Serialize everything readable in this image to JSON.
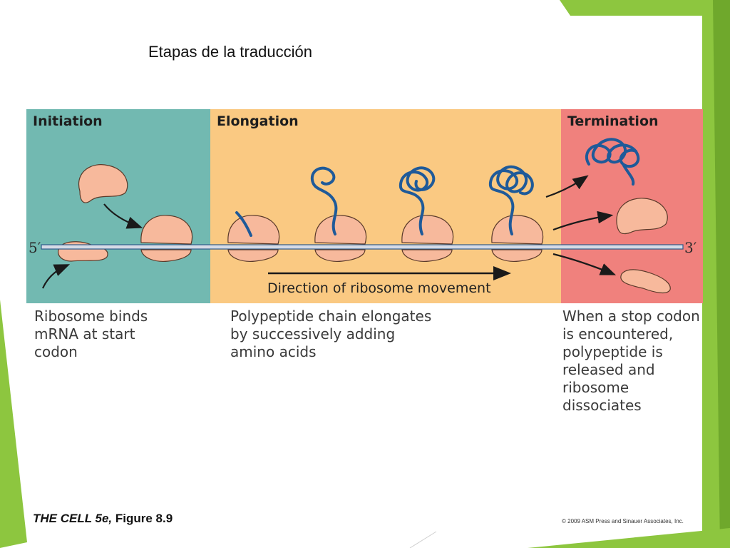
{
  "slide": {
    "title": "Etapas de la traducción"
  },
  "theme": {
    "accent_green": "#8dc63f",
    "initiation_bg": "#72b9b1",
    "elongation_bg": "#fac982",
    "termination_bg": "#f0817d",
    "ribosome_color": "#f7b99c",
    "chain_color": "#1f5a99",
    "mrna_color": "#2e5a8a"
  },
  "diagram": {
    "panels": [
      {
        "title": "Initiation",
        "caption_lines": [
          "Ribosome binds",
          "mRNA at start",
          "codon"
        ]
      },
      {
        "title": "Elongation",
        "caption_lines": [
          "Polypeptide chain elongates",
          "by successively adding",
          "amino acids"
        ]
      },
      {
        "title": "Termination",
        "caption_lines": [
          "When a stop codon",
          "is encountered,",
          "polypeptide is",
          "released and",
          "ribosome",
          "dissociates"
        ]
      }
    ],
    "mrna_five_prime": "5′",
    "mrna_three_prime": "3′",
    "direction_label": "Direction of ribosome movement"
  },
  "footer": {
    "figure_credit_italic": "THE CELL 5e,",
    "figure_credit_rest": " Figure 8.9",
    "copyright": "© 2009 ASM Press and Sinauer Associates, Inc."
  }
}
